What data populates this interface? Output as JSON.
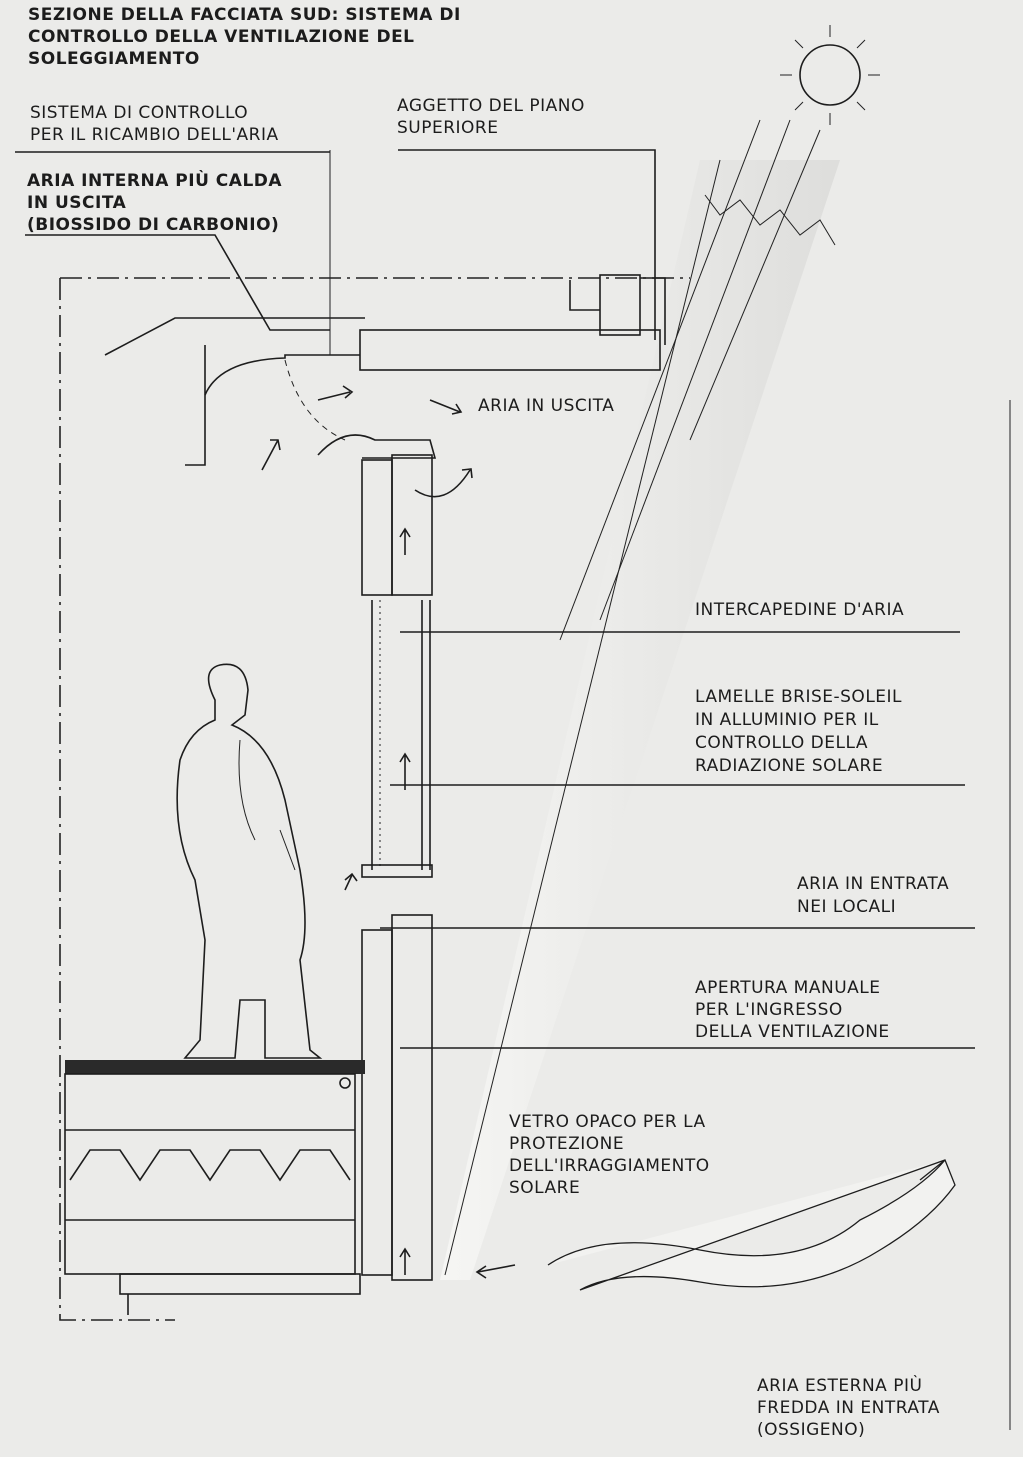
{
  "title": {
    "line1": "SEZIONE DELLA FACCIATA SUD: SISTEMA DI",
    "line2": "CONTROLLO DELLA VENTILAZIONE DEL",
    "line3": "SOLEGGIAMENTO"
  },
  "labels": {
    "controllo_ricambio": [
      "SISTEMA DI CONTROLLO",
      "PER IL RICAMBIO DELL'ARIA"
    ],
    "aggetto": [
      "AGGETTO DEL PIANO",
      "SUPERIORE"
    ],
    "aria_interna": [
      "ARIA INTERNA PIÙ CALDA",
      "IN USCITA",
      "(BIOSSIDO DI CARBONIO)"
    ],
    "aria_uscita": "ARIA IN USCITA",
    "intercapedine": "INTERCAPEDINE D'ARIA",
    "lamelle": [
      "LAMELLE BRISE-SOLEIL",
      "IN ALLUMINIO PER IL",
      "CONTROLLO DELLA",
      "RADIAZIONE SOLARE"
    ],
    "aria_entrata": [
      "ARIA IN ENTRATA",
      "NEI LOCALI"
    ],
    "apertura": [
      "APERTURA MANUALE",
      "PER L'INGRESSO",
      "DELLA VENTILAZIONE"
    ],
    "vetro": [
      "VETRO OPACO PER LA",
      "PROTEZIONE",
      "DELL'IRRAGGIAMENTO",
      "SOLARE"
    ],
    "aria_esterna": [
      "ARIA ESTERNA PIÙ",
      "FREDDA IN ENTRATA",
      "(OSSIGENO)"
    ]
  },
  "colors": {
    "background": "#ebebe9",
    "ink": "#1c1c1c",
    "insulation": "#9a9a9a",
    "sun_beam": "#f6f6f4"
  }
}
